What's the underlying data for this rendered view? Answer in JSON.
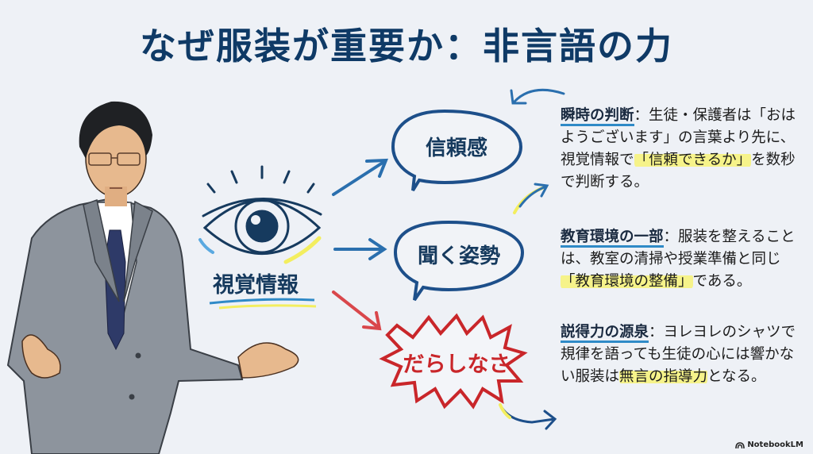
{
  "title": "なぜ服装が重要か：非言語の力",
  "diagram": {
    "eye_label": "視覚情報",
    "bubbles": [
      {
        "label": "信頼感",
        "style": "speech",
        "color": "#1d4f8a"
      },
      {
        "label": "聞く姿勢",
        "style": "speech",
        "color": "#1d4f8a"
      },
      {
        "label": "だらしなさ",
        "style": "burst",
        "color": "#c9262a"
      }
    ]
  },
  "notes": [
    {
      "heading": "瞬時の判断",
      "sep": "：",
      "text_before": "生徒・保護者は「おはようございます」の言葉より先に、視覚情報で",
      "highlight": "「信頼できるか」",
      "text_after": "を数秒で判断する。"
    },
    {
      "heading": "教育環境の一部",
      "sep": "：",
      "text_before": "服装を整えることは、教室の清掃や授業準備と同じ",
      "highlight": "「教育環境の整備」",
      "text_after": "である。"
    },
    {
      "heading": "説得力の源泉",
      "sep": "：",
      "text_before": "ヨレヨレのシャツで規律を語っても生徒の心には響かない服装は",
      "highlight": "無言の指導力",
      "text_after": "となる。"
    }
  ],
  "colors": {
    "background": "#eef1f6",
    "title": "#0f3a66",
    "accent_blue": "#2f8ac7",
    "highlight_yellow": "#f6f38a",
    "negative_red": "#c9262a"
  },
  "brand": {
    "label": "NotebookLM",
    "icon": "notebooklm-logo-icon"
  }
}
